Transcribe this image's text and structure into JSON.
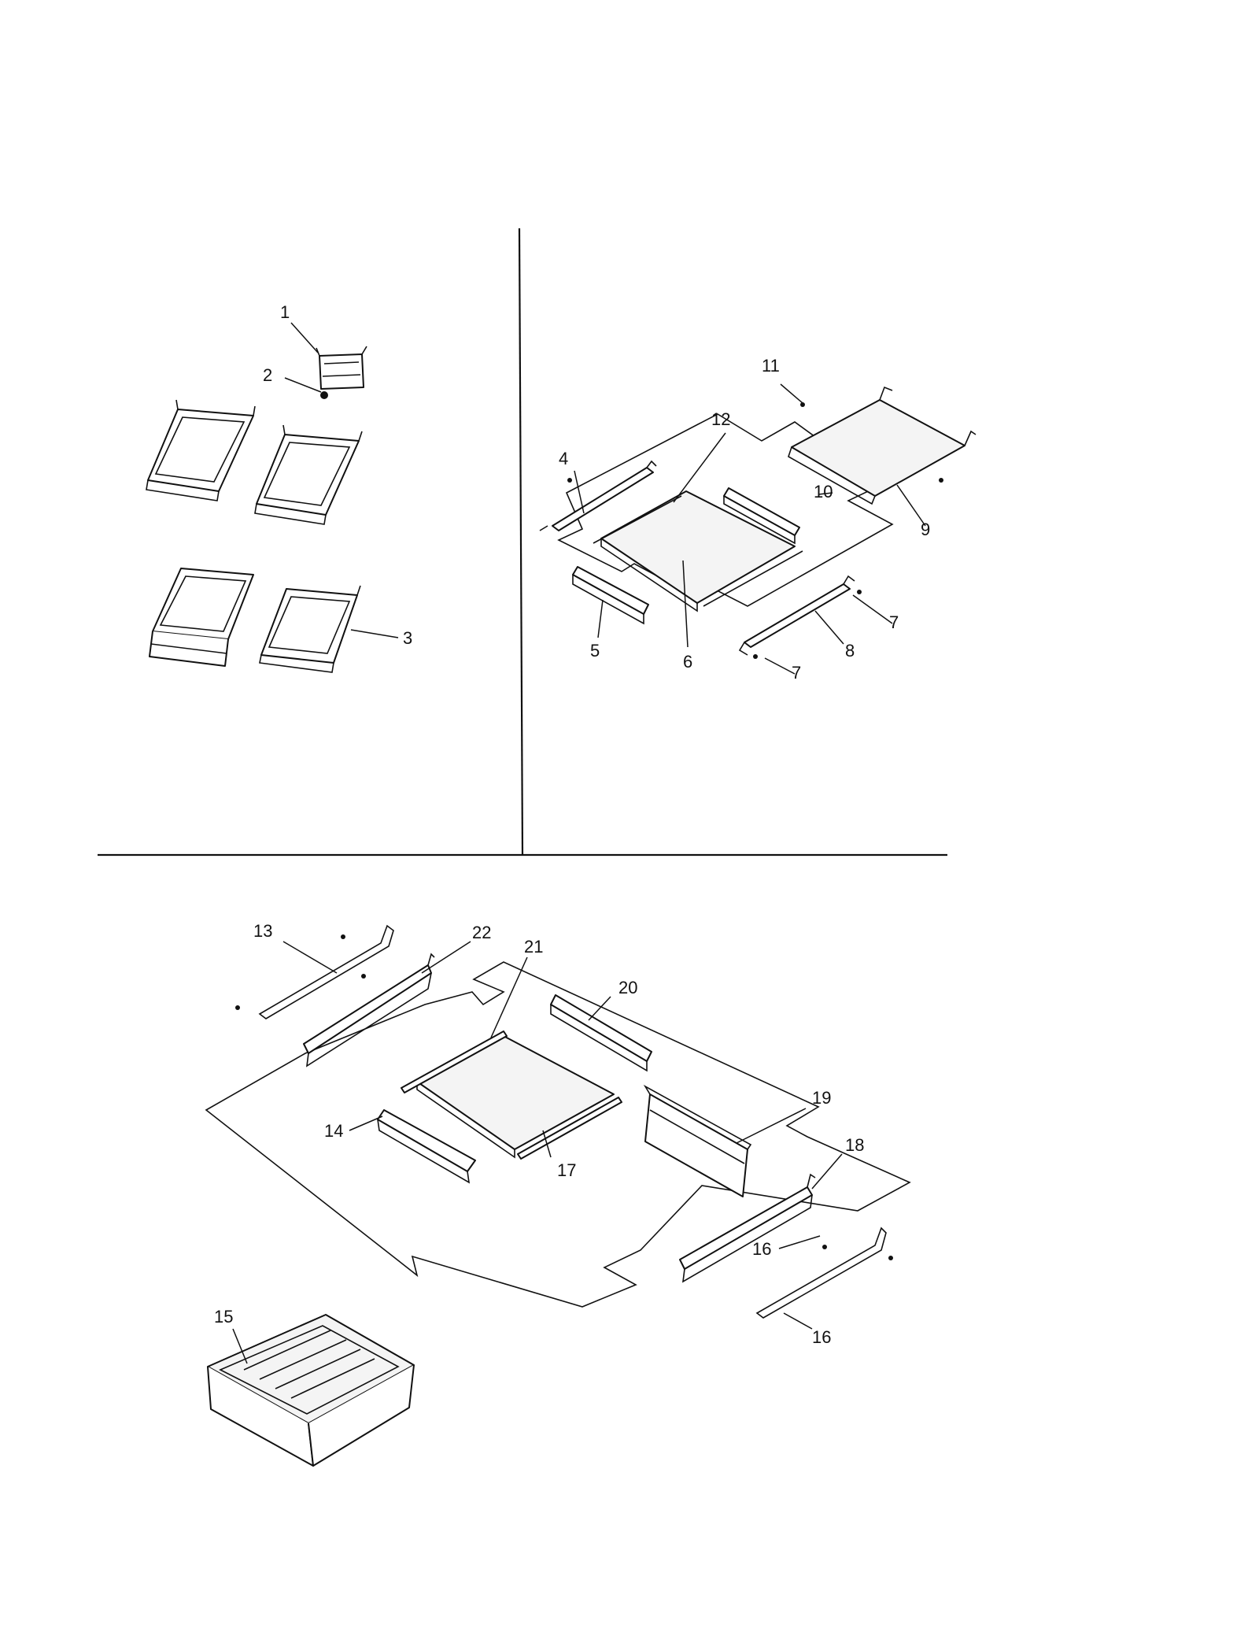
{
  "callouts": [
    {
      "id": "c1",
      "text": "1"
    },
    {
      "id": "c2",
      "text": "2"
    },
    {
      "id": "c3",
      "text": "3"
    },
    {
      "id": "c4",
      "text": "4"
    },
    {
      "id": "c5",
      "text": "5"
    },
    {
      "id": "c6",
      "text": "6"
    },
    {
      "id": "c7a",
      "text": "7"
    },
    {
      "id": "c7b",
      "text": "7"
    },
    {
      "id": "c8",
      "text": "8"
    },
    {
      "id": "c9",
      "text": "9"
    },
    {
      "id": "c10",
      "text": "10"
    },
    {
      "id": "c11",
      "text": "11"
    },
    {
      "id": "c12",
      "text": "12"
    },
    {
      "id": "c13",
      "text": "13"
    },
    {
      "id": "c14",
      "text": "14"
    },
    {
      "id": "c15",
      "text": "15"
    },
    {
      "id": "c16a",
      "text": "16"
    },
    {
      "id": "c16b",
      "text": "16"
    },
    {
      "id": "c17",
      "text": "17"
    },
    {
      "id": "c18",
      "text": "18"
    },
    {
      "id": "c19",
      "text": "19"
    },
    {
      "id": "c20",
      "text": "20"
    },
    {
      "id": "c21",
      "text": "21"
    },
    {
      "id": "c22",
      "text": "22"
    }
  ]
}
